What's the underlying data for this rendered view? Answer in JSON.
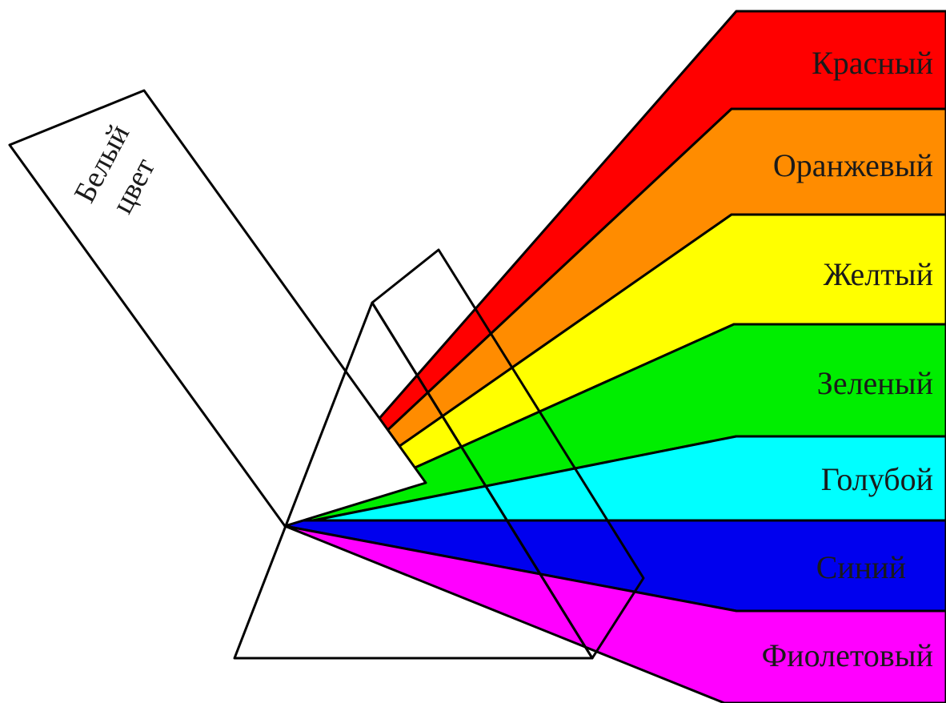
{
  "white_light": {
    "line1": "Белый",
    "line2": "цвет"
  },
  "bands": [
    {
      "label": "Красный",
      "color": "#ff0000"
    },
    {
      "label": "Оранжевый",
      "color": "#ff8c00"
    },
    {
      "label": "Желтый",
      "color": "#ffff00"
    },
    {
      "label": "Зеленый",
      "color": "#00ee00"
    },
    {
      "label": "Голубой",
      "color": "#00ffff"
    },
    {
      "label": "Синий",
      "color": "#0000ee"
    },
    {
      "label": "Фиолетовый",
      "color": "#ff00ff"
    }
  ]
}
